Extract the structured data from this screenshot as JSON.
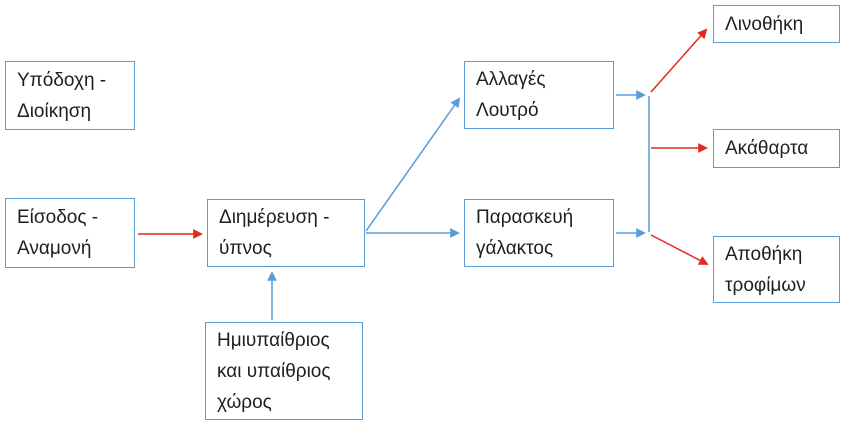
{
  "colors": {
    "box_border": "#5b9bd5",
    "blue_arrow": "#5b9bd5",
    "red_arrow": "#e02a20",
    "text": "#1f1f1f",
    "background": "#ffffff"
  },
  "boxes": [
    {
      "id": "reception-administration",
      "label": "Υπόδοχη -\nΔιοίκηση"
    },
    {
      "id": "entrance-waiting",
      "label": "Είσοδος -\nΑναμονή"
    },
    {
      "id": "day-care-sleep",
      "label": "Διημέρευση -\nύπνος"
    },
    {
      "id": "semi-open-air-space",
      "label": "Ημιυπαίθριος\nκαι υπαίθριος\nχώρος"
    },
    {
      "id": "changes-bath",
      "label": "Αλλαγές\nΛουτρό"
    },
    {
      "id": "milk-preparation",
      "label": "Παρασκευή\nγάλακτος"
    },
    {
      "id": "linen-room",
      "label": "Λινοθήκη"
    },
    {
      "id": "soiled-items",
      "label": "Ακάθαρτα"
    },
    {
      "id": "food-storage",
      "label": "Αποθήκη\nτροφίμων"
    }
  ],
  "connections": [
    {
      "from": "Είσοδος - Αναμονή",
      "to": "Διημέρευση - ύπνος",
      "color": "red"
    },
    {
      "from": "Ημιυπαίθριος και υπαίθριος χώρος",
      "to": "Διημέρευση - ύπνος",
      "color": "blue"
    },
    {
      "from": "Διημέρευση - ύπνος",
      "to": "Αλλαγές Λουτρό",
      "color": "blue"
    },
    {
      "from": "Διημέρευση - ύπνος",
      "to": "Παρασκευή γάλακτος",
      "color": "blue"
    },
    {
      "from": "Αλλαγές Λουτρό",
      "to": "junction",
      "color": "blue"
    },
    {
      "from": "Παρασκευή γάλακτος",
      "to": "junction",
      "color": "blue"
    },
    {
      "from": "junction",
      "to": "Λινοθήκη",
      "color": "red"
    },
    {
      "from": "junction",
      "to": "Ακάθαρτα",
      "color": "red"
    },
    {
      "from": "junction",
      "to": "Αποθήκη τροφίμων",
      "color": "red"
    }
  ]
}
